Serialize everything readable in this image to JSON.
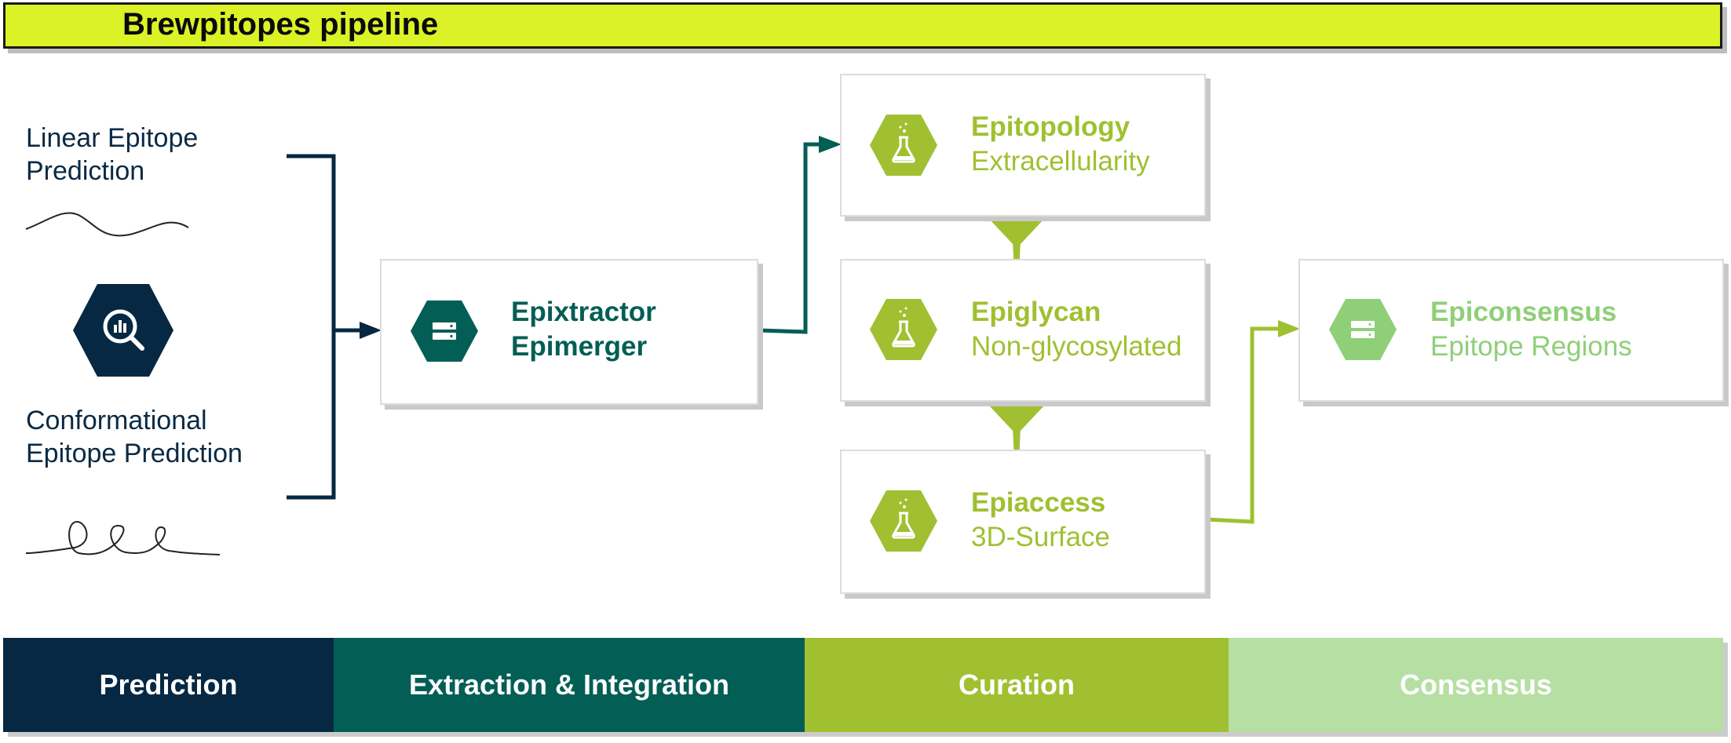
{
  "header": {
    "title": "Brewpitopes pipeline"
  },
  "sources": {
    "linear_line1": "Linear Epitope",
    "linear_line2": "Prediction",
    "conformational_line1": "Conformational",
    "conformational_line2": "Epitope Prediction"
  },
  "nodes": {
    "extractor": {
      "title": "Epixtractor",
      "subtitle": "Epimerger",
      "icon": "server-icon"
    },
    "epitopology": {
      "title": "Epitopology",
      "subtitle": "Extracellularity",
      "icon": "flask-icon"
    },
    "epiglycan": {
      "title": "Epiglycan",
      "subtitle": "Non-glycosylated",
      "icon": "flask-icon"
    },
    "epiaccess": {
      "title": "Epiaccess",
      "subtitle": "3D-Surface",
      "icon": "flask-icon"
    },
    "epiconsensus": {
      "title": "Epiconsensus",
      "subtitle": "Epitope Regions",
      "icon": "server-icon"
    }
  },
  "stages": [
    {
      "label": "Prediction",
      "color": "#062842"
    },
    {
      "label": "Extraction & Integration",
      "color": "#035e55"
    },
    {
      "label": "Curation",
      "color": "#a0c031"
    },
    {
      "label": "Consensus",
      "color": "#b6dfa3"
    }
  ],
  "colors": {
    "navy": "#062842",
    "teal": "#035e55",
    "lime": "#a0c031",
    "light_green": "#8fcf78",
    "header_bg": "#dbf226"
  }
}
